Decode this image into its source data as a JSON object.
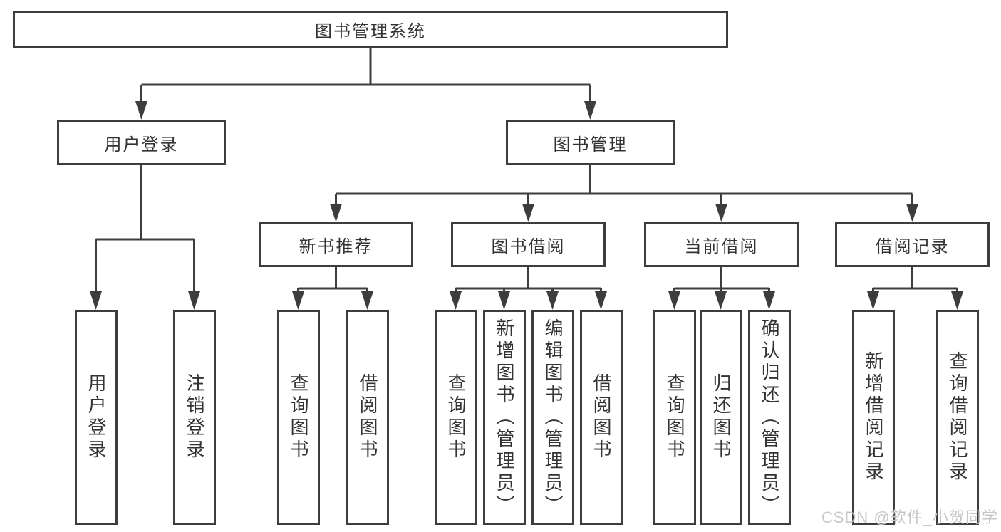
{
  "diagram": {
    "root": {
      "label": "图书管理系统"
    },
    "level2": [
      {
        "label": "用户登录"
      },
      {
        "label": "图书管理"
      }
    ],
    "level3": [
      {
        "label": "新书推荐"
      },
      {
        "label": "图书借阅"
      },
      {
        "label": "当前借阅"
      },
      {
        "label": "借阅记录"
      }
    ],
    "leaves": [
      {
        "group": "用户登录",
        "label": "用户登录"
      },
      {
        "group": "用户登录",
        "label": "注销登录"
      },
      {
        "group": "新书推荐",
        "label": "查询图书"
      },
      {
        "group": "新书推荐",
        "label": "借阅图书"
      },
      {
        "group": "图书借阅",
        "label": "查询图书"
      },
      {
        "group": "图书借阅",
        "label": "新增图书（管理员）"
      },
      {
        "group": "图书借阅",
        "label": "编辑图书（管理员）"
      },
      {
        "group": "图书借阅",
        "label": "借阅图书"
      },
      {
        "group": "当前借阅",
        "label": "查询图书"
      },
      {
        "group": "当前借阅",
        "label": "归还图书"
      },
      {
        "group": "当前借阅",
        "label": "确认归还（管理员）"
      },
      {
        "group": "借阅记录",
        "label": "新增借阅记录"
      },
      {
        "group": "借阅记录",
        "label": "查询借阅记录"
      }
    ]
  },
  "watermark": {
    "text": "CSDN @软件_小贺同学"
  },
  "colors": {
    "line": "#3d3d3d",
    "text": "#333333",
    "watermark": "#c7c7c7",
    "background": "#ffffff"
  }
}
